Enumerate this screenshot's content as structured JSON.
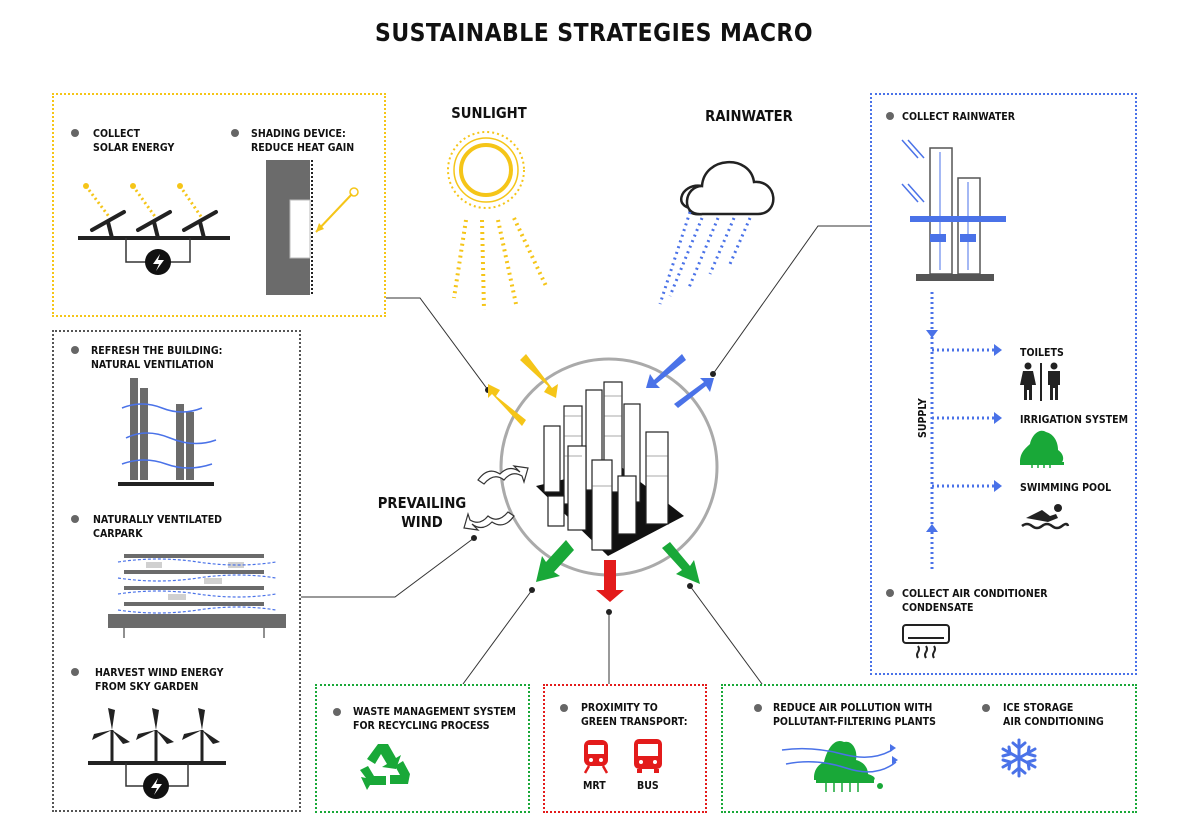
{
  "title": "SUSTAINABLE STRATEGIES MACRO",
  "center": {
    "sunlight": "SUNLIGHT",
    "rainwater": "RAINWATER",
    "prevailing_wind": "PREVAILING\nWIND"
  },
  "solar_box": {
    "items": [
      "COLLECT\nSOLAR ENERGY",
      "SHADING DEVICE:\nREDUCE HEAT GAIN"
    ]
  },
  "ventilation_box": {
    "items": [
      "REFRESH THE BUILDING:\nNATURAL VENTILATION",
      "NATURALLY VENTILATED\nCARPARK",
      "HARVEST WIND ENERGY\nFROM SKY GARDEN"
    ]
  },
  "water_box": {
    "collect_rainwater": "COLLECT RAINWATER",
    "supply": "SUPPLY",
    "uses": [
      "TOILETS",
      "IRRIGATION SYSTEM",
      "SWIMMING POOL"
    ],
    "condensate": "COLLECT AIR CONDITIONER\nCONDENSATE"
  },
  "waste_box": {
    "label": "WASTE MANAGEMENT SYSTEM\nFOR RECYCLING PROCESS"
  },
  "transport_box": {
    "label": "PROXIMITY TO\nGREEN TRANSPORT:",
    "modes": [
      "MRT",
      "BUS"
    ]
  },
  "air_box": {
    "items": [
      "REDUCE AIR POLLUTION WITH\nPOLLUTANT-FILTERING PLANTS",
      "ICE STORAGE\nAIR CONDITIONING"
    ]
  },
  "colors": {
    "sun": "#f5c518",
    "water": "#4a72e8",
    "green": "#19a838",
    "red": "#e31b1b",
    "grey": "#555555"
  }
}
